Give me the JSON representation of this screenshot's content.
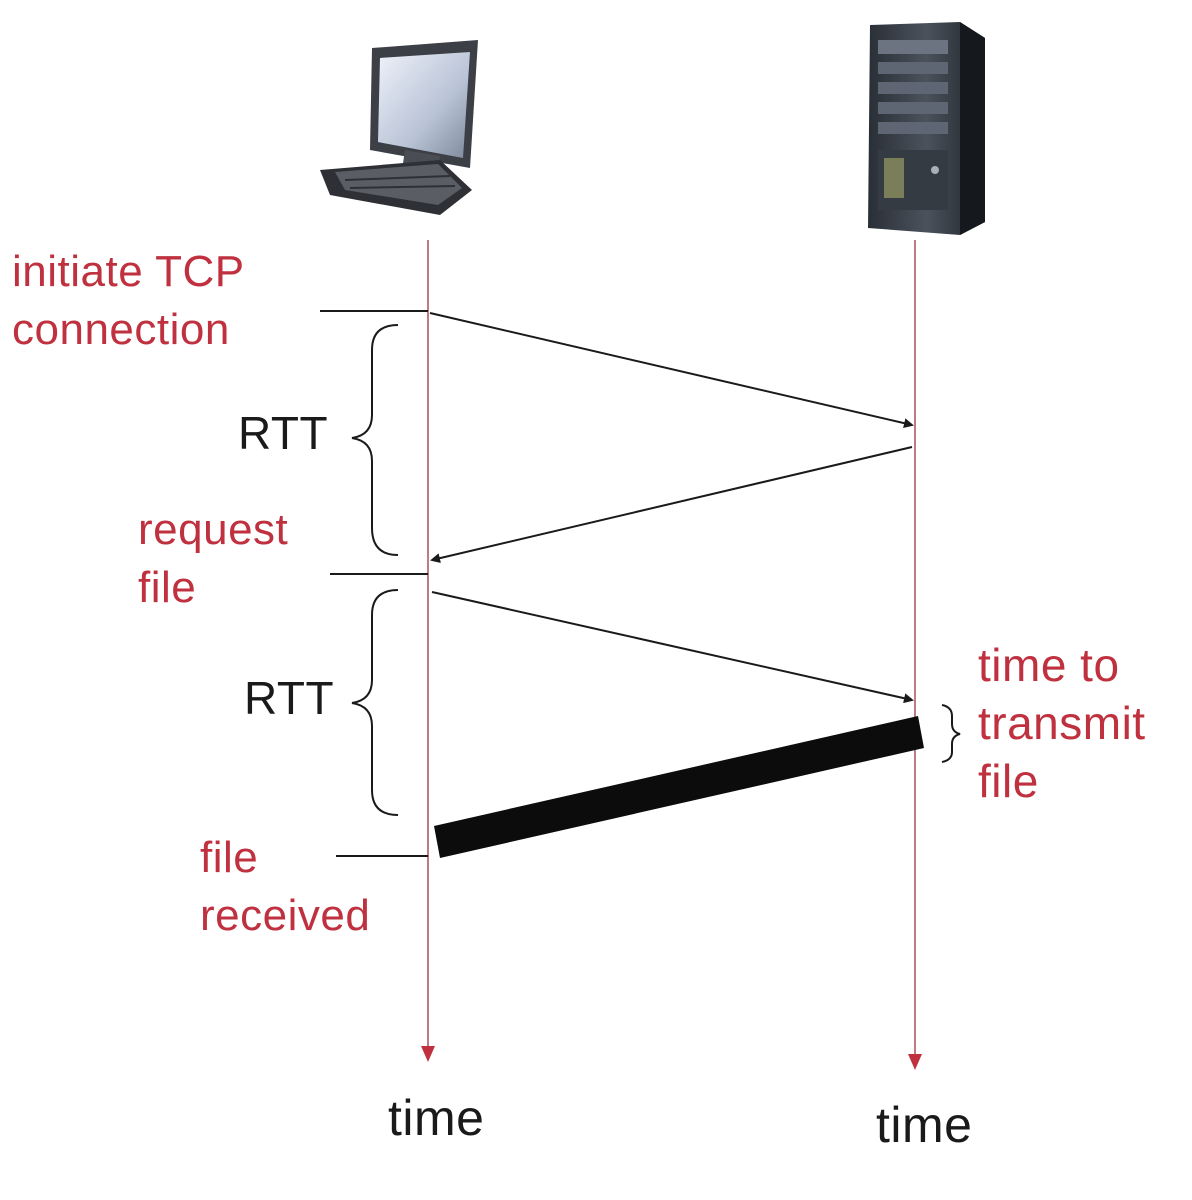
{
  "colors": {
    "annotation_red": "#c0313f",
    "timeline_line": "#c07a82",
    "signal_black": "#1a1a1a"
  },
  "icons": {
    "client": "desktop-computer-icon",
    "server": "server-tower-icon"
  },
  "labels": {
    "initiate_line1": "initiate TCP",
    "initiate_line2": "connection",
    "rtt_first": "RTT",
    "rtt_second": "RTT",
    "request_line1": "request",
    "request_line2": "file",
    "transmit_line1": "time to",
    "transmit_line2": "transmit",
    "transmit_line3": "file",
    "received_line1": "file",
    "received_line2": "received",
    "time_client": "time",
    "time_server": "time"
  }
}
